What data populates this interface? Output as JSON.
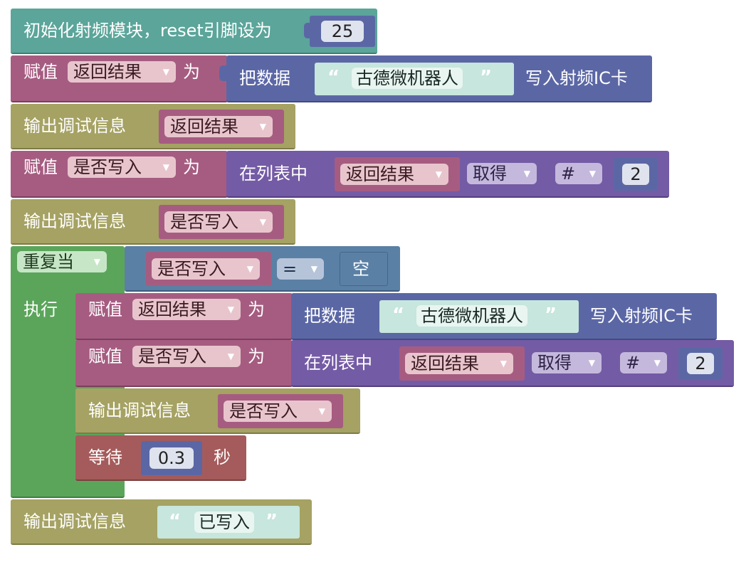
{
  "init": {
    "label": "初始化射频模块，reset引脚设为",
    "value": "25"
  },
  "set": "赋值",
  "to": "为",
  "result_var": "返回结果",
  "written_var": "是否写入",
  "write": {
    "prefix": "把数据",
    "text": "古德微机器人",
    "suffix": "写入射频IC卡"
  },
  "print": "输出调试信息",
  "list_get": {
    "in_list": "在列表中",
    "get": "取得",
    "index_mode": "#",
    "index": "2"
  },
  "repeat": {
    "mode": "重复当",
    "do": "执行"
  },
  "compare": {
    "op": "=",
    "empty": "空"
  },
  "wait": {
    "label": "等待",
    "value": "0.3",
    "unit": "秒"
  },
  "final_text": "已写入",
  "colors": {
    "teal": "#5ba59a",
    "variable": "#a65c81",
    "text_print": "#a5a263",
    "list": "#745ba5",
    "loop": "#5ba55b",
    "logic": "#5b80a5",
    "wait": "#a55b5b",
    "rfid": "#5b67a5",
    "math": "#5b67a5"
  }
}
